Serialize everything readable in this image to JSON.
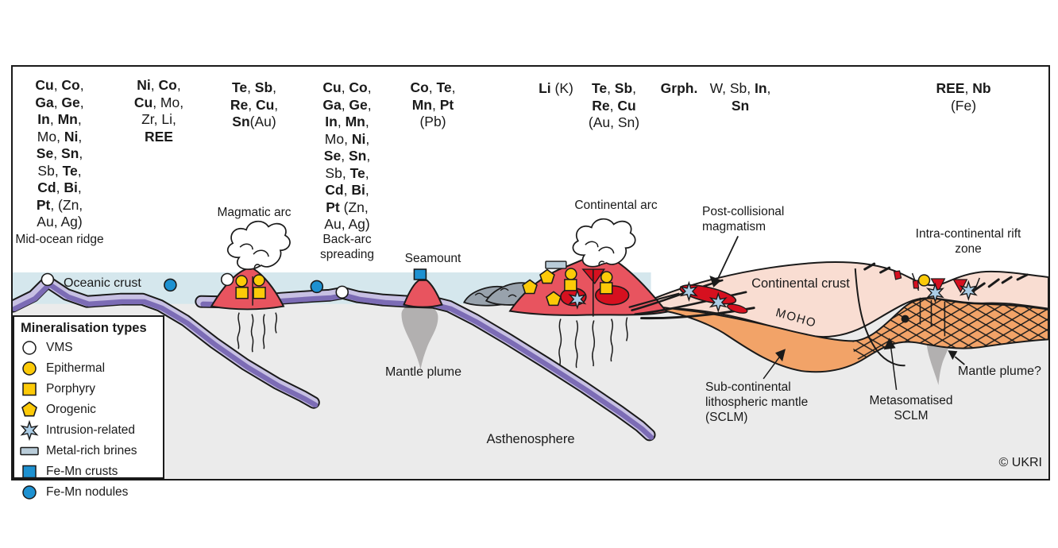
{
  "colors": {
    "water": "#d5e7ed",
    "crust_light": "#c7c0e3",
    "crust_dark": "#7c6cb5",
    "asthenosphere": "#ebebeb",
    "accretionary_wedge": "#98a2ac",
    "volcano_red": "#e8545f",
    "magma_dark_red": "#d6101f",
    "continental_crust_pink": "#f9ddd2",
    "sclm_orange": "#f2a368",
    "symbol_yellow": "#fcca08",
    "symbol_blue": "#1d91d1",
    "star_blue": "#abcde6",
    "brine_grey_blue": "#b9ccd9",
    "plume_grey": "#b2b0b0",
    "vms_white": "#ffffff",
    "outline": "#1a1a1a"
  },
  "columns": {
    "c1": {
      "lines": [
        "**Cu**, **Co**,",
        "**Ga**, **Ge**,",
        "**In**, **Mn**,",
        "Mo, **Ni**,",
        "**Se**, **Sn**,",
        "Sb, **Te**,",
        "**Cd**, **Bi**,",
        "**Pt**, (Zn,",
        "Au, Ag)"
      ],
      "label": "Mid-ocean ridge"
    },
    "c2": {
      "lines": [
        "**Ni**, **Co**,",
        "**Cu**, Mo,",
        "Zr, Li,",
        "**REE**"
      ]
    },
    "c3": {
      "lines": [
        "**Te**, **Sb**,",
        "**Re**, **Cu**,",
        "**Sn**(Au)"
      ],
      "label": "Magmatic arc"
    },
    "c4": {
      "lines": [
        "**Cu**, **Co**,",
        "**Ga**, **Ge**,",
        "**In**, **Mn**,",
        "Mo, **Ni**,",
        "**Se**, **Sn**,",
        "Sb, **Te**,",
        "**Cd**, **Bi**,",
        "**Pt** (Zn,",
        "Au, Ag)"
      ],
      "label": "Back-arc spreading"
    },
    "c5": {
      "lines": [
        "**Co**, **Te**,",
        "**Mn**, **Pt**",
        "(Pb)"
      ],
      "label": "Seamount"
    },
    "c6": {
      "lines": [
        "**Li** (K)"
      ]
    },
    "c7": {
      "lines": [
        "**Te**, **Sb**,",
        "**Re**, **Cu**",
        "(Au, Sn)"
      ],
      "label": "Continental arc"
    },
    "c8": {
      "lines": [
        "**Grph.**"
      ]
    },
    "c9": {
      "lines": [
        "W, Sb, **In**,",
        "**Sn**"
      ]
    },
    "c10": {
      "lines": [
        "**REE**, **Nb**",
        "(Fe)"
      ],
      "label": "Intra-continental rift zone"
    }
  },
  "labels": {
    "oceanic_crust": "Oceanic crust",
    "mantle_plume": "Mantle plume",
    "continental_crust": "Continental crust",
    "moho": "MOHO",
    "post_collisional": "Post-collisional magmatism",
    "sclm": "Sub-continental lithospheric mantle (SCLM)",
    "metasomatised_sclm": "Metasomatised SCLM",
    "mantle_plume_q": "Mantle plume?",
    "asthenosphere": "Asthenosphere",
    "copyright": "© UKRI"
  },
  "legend": {
    "title": "Mineralisation types",
    "items": [
      {
        "icon": "vms-circle-icon",
        "label": "VMS"
      },
      {
        "icon": "epithermal-circle-icon",
        "label": "Epithermal"
      },
      {
        "icon": "porphyry-square-icon",
        "label": "Porphyry"
      },
      {
        "icon": "orogenic-pentagon-icon",
        "label": "Orogenic"
      },
      {
        "icon": "intrusion-related-star-icon",
        "label": "Intrusion-related"
      },
      {
        "icon": "metal-rich-brines-icon",
        "label": "Metal-rich brines"
      },
      {
        "icon": "femn-crusts-square-icon",
        "label": "Fe-Mn crusts"
      },
      {
        "icon": "femn-nodules-circle-icon",
        "label": "Fe-Mn nodules"
      }
    ]
  }
}
